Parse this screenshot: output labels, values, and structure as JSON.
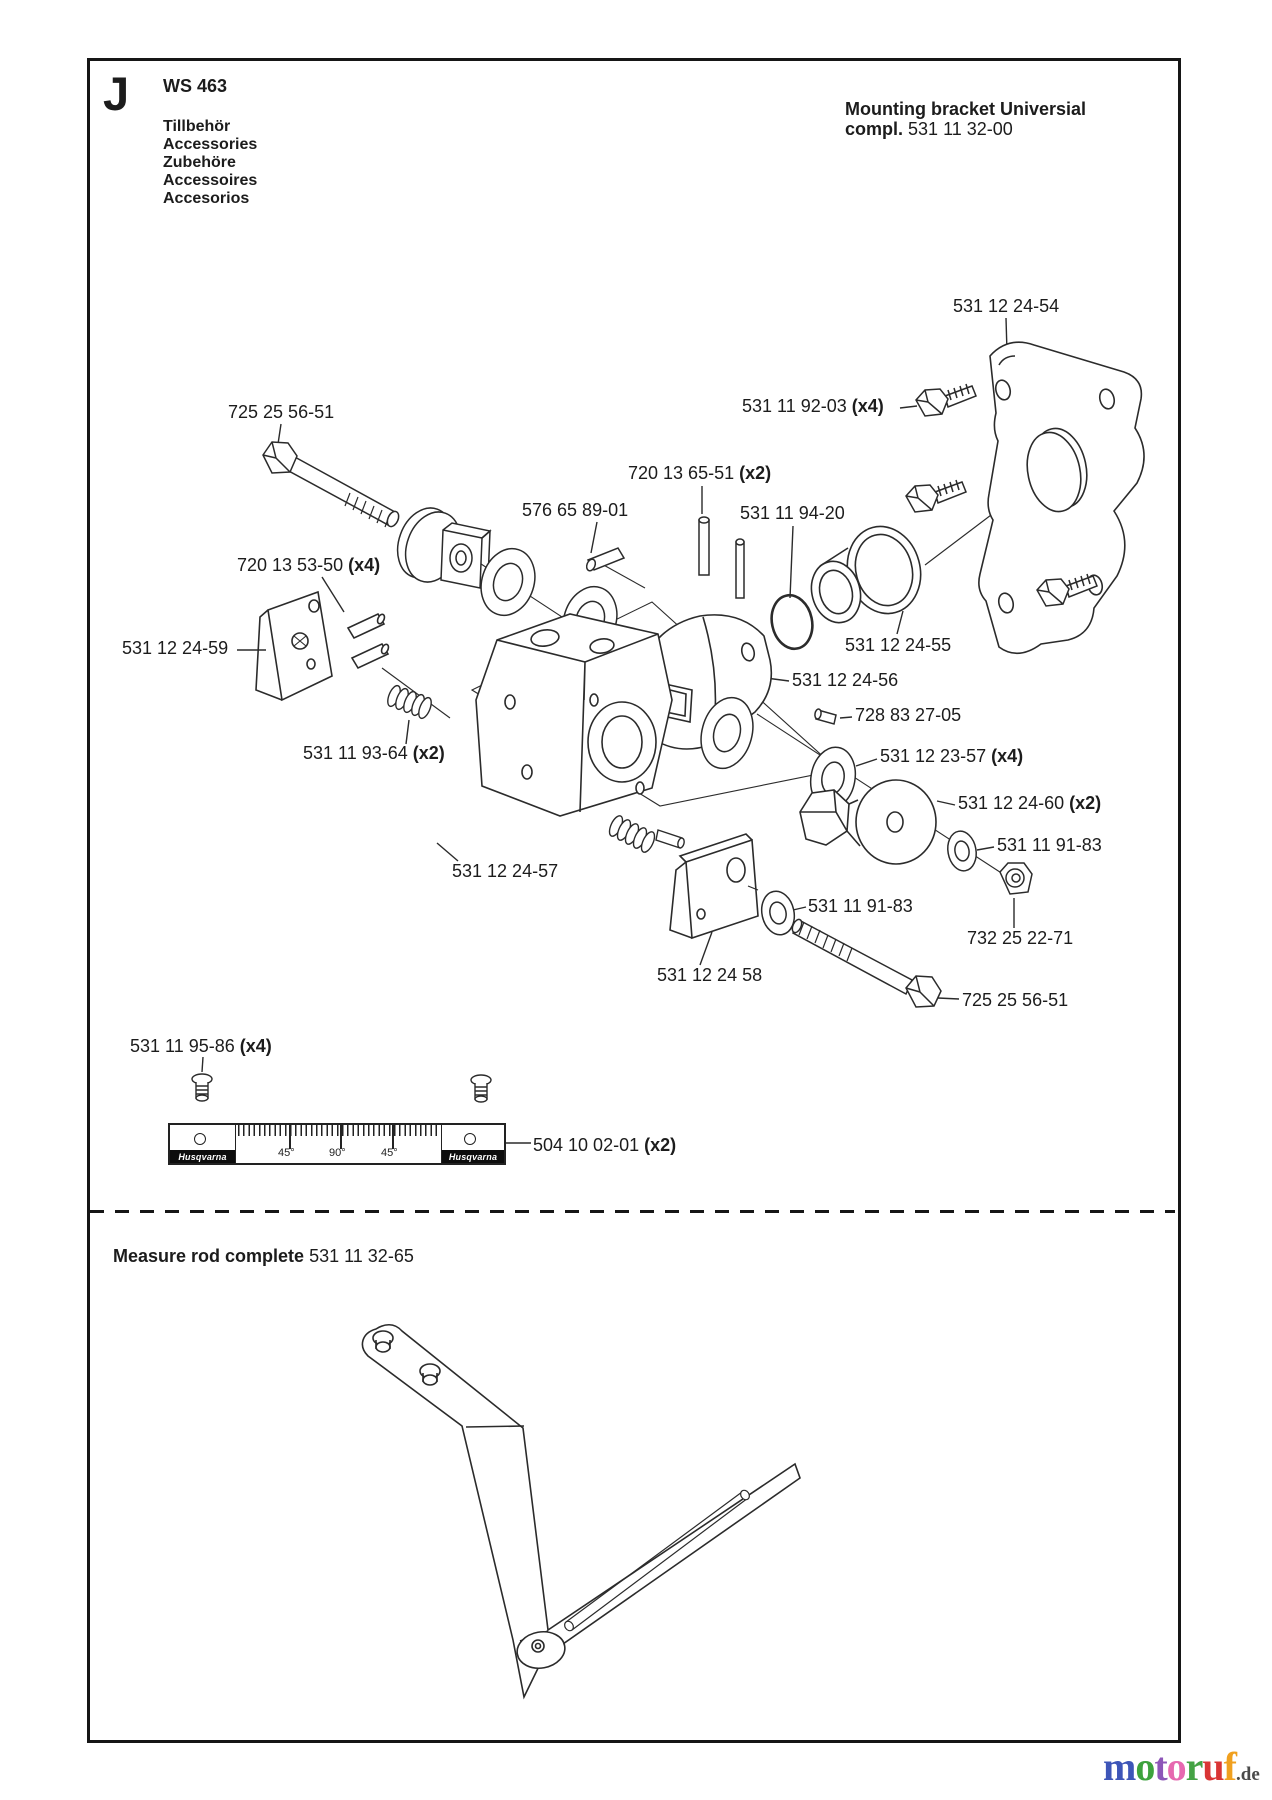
{
  "header": {
    "section_letter": "J",
    "model": "WS 463",
    "languages": [
      "Tillbehör",
      "Accessories",
      "Zubehöre",
      "Accessoires",
      "Accesorios"
    ]
  },
  "title_block": {
    "line1": "Mounting bracket Universial",
    "compl_label": "compl.",
    "compl_number": "531 11 32-00"
  },
  "callouts": {
    "c725_top": {
      "number": "725 25 56-51",
      "qty": ""
    },
    "c9203": {
      "number": "531 11 92-03",
      "qty": "(x4)"
    },
    "c2454": {
      "number": "531 12 24-54",
      "qty": ""
    },
    "c1365": {
      "number": "720 13 65-51",
      "qty": "(x2)"
    },
    "c5766589": {
      "number": "576 65 89-01",
      "qty": ""
    },
    "c1194": {
      "number": "531 11 94-20",
      "qty": ""
    },
    "c1353": {
      "number": "720 13 53-50",
      "qty": "(x4)"
    },
    "c2459": {
      "number": "531 12 24-59",
      "qty": ""
    },
    "c2455": {
      "number": "531 12 24-55",
      "qty": ""
    },
    "c2456": {
      "number": "531 12 24-56",
      "qty": ""
    },
    "c7288327": {
      "number": "728 83 27-05",
      "qty": ""
    },
    "c1193": {
      "number": "531 11 93-64",
      "qty": "(x2)"
    },
    "c1223": {
      "number": "531 12 23-57",
      "qty": "(x4)"
    },
    "c2460": {
      "number": "531 12 24-60",
      "qty": "(x2)"
    },
    "c1191a": {
      "number": "531 11 91-83",
      "qty": ""
    },
    "c1191b": {
      "number": "531 11 91-83",
      "qty": ""
    },
    "c7322522": {
      "number": "732 25 22-71",
      "qty": ""
    },
    "c2457": {
      "number": "531 12 24-57",
      "qty": ""
    },
    "c2458": {
      "number": "531 12 24 58",
      "qty": ""
    },
    "c725_bot": {
      "number": "725 25 56-51",
      "qty": ""
    },
    "c1195": {
      "number": "531 11 95-86",
      "qty": "(x4)"
    },
    "c504": {
      "number": "504 10 02-01",
      "qty": "(x2)"
    }
  },
  "ruler": {
    "brand": "Husqvarna",
    "angle_labels": [
      "45°",
      "90°",
      "45°"
    ]
  },
  "measure_rod": {
    "label": "Measure rod complete",
    "number": "531 11 32-65"
  },
  "footer_logo": {
    "letters": [
      {
        "ch": "m",
        "color": "#3d55b8"
      },
      {
        "ch": "o",
        "color": "#3da23d"
      },
      {
        "ch": "t",
        "color": "#8d56b8"
      },
      {
        "ch": "o",
        "color": "#e668b0"
      },
      {
        "ch": "r",
        "color": "#44a244"
      },
      {
        "ch": "u",
        "color": "#d93535"
      },
      {
        "ch": "f",
        "color": "#f0a01f"
      }
    ],
    "suffix": ".de",
    "suffix_color": "#4a4a4a"
  }
}
